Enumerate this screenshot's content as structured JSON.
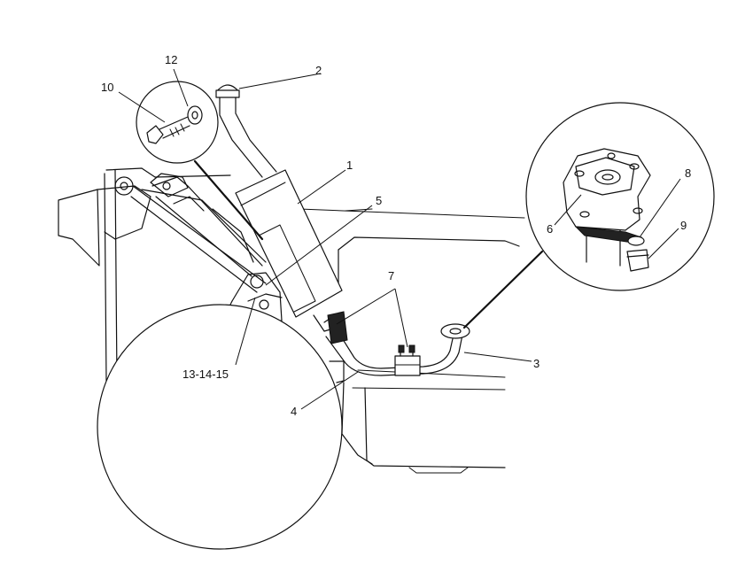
{
  "callouts": {
    "c1": "1",
    "c2": "2",
    "c3": "3",
    "c4": "4",
    "c5": "5",
    "c6": "6",
    "c7": "7",
    "c8": "8",
    "c9": "9",
    "c10": "10",
    "c12": "12",
    "c13_15": "13-14-15"
  }
}
